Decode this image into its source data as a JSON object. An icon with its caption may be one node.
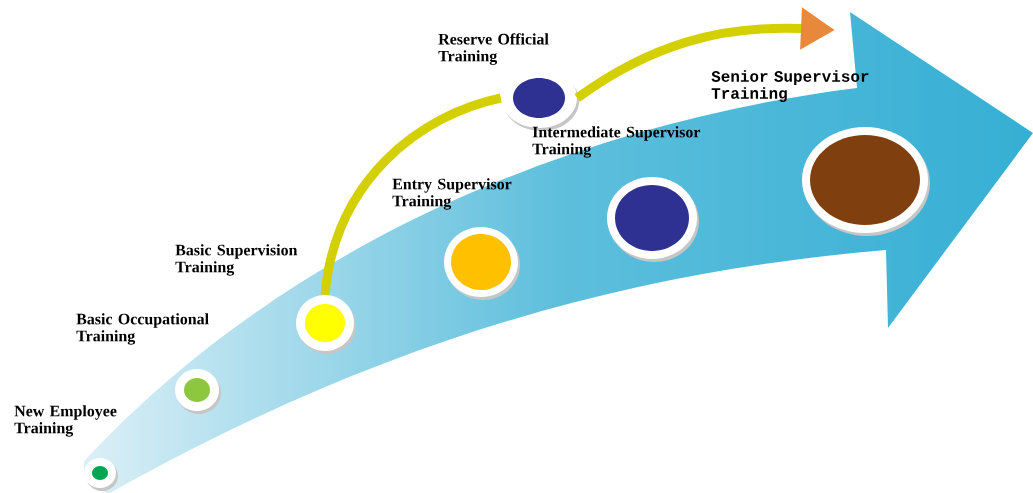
{
  "diagram": {
    "nodes": [
      {
        "text": [
          "New Employee Training"
        ]
      },
      {
        "text": [
          "Basic Occupational Training"
        ]
      },
      {
        "text": [
          "Basic Supervision Training"
        ]
      },
      {
        "text": [
          "Entry Supervisor Training"
        ]
      },
      {
        "text": [
          "Reserve Official Training"
        ]
      },
      {
        "text": [
          "Intermediate Supervisor Training"
        ]
      },
      {
        "text": [
          "Senior Supervisor Training"
        ]
      }
    ],
    "edges": [
      {
        "from": 2,
        "to": 4,
        "arrow": "none"
      },
      {
        "from": 4,
        "to": null,
        "arrow": "to"
      }
    ]
  }
}
